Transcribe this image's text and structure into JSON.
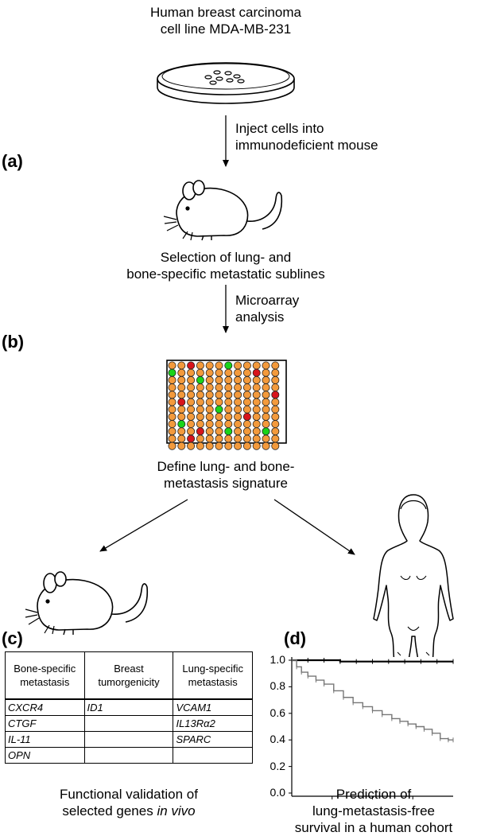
{
  "top_title": [
    "Human breast carcinoma",
    "cell line MDA-MB-231"
  ],
  "step1_text": [
    "Inject cells into",
    "immunodeficient mouse"
  ],
  "step2_text": [
    "Selection of lung- and",
    "bone-specific metastatic sublines"
  ],
  "step3_text": [
    "Microarray",
    "analysis"
  ],
  "step4_text": [
    "Define lung- and bone-",
    "metastasis signature"
  ],
  "labels": {
    "a": "(a)",
    "b": "(b)",
    "c": "(c)",
    "d": "(d)"
  },
  "table": {
    "headers": [
      [
        "Bone-specific",
        "metastasis"
      ],
      [
        "Breast",
        "tumorgenicity"
      ],
      [
        "Lung-specific",
        "metastasis"
      ]
    ],
    "rows": [
      [
        "CXCR4",
        "ID1",
        "VCAM1"
      ],
      [
        "CTGF",
        "",
        "IL13Rα2"
      ],
      [
        "IL-11",
        "",
        "SPARC"
      ],
      [
        "OPN",
        "",
        ""
      ]
    ]
  },
  "caption_c": {
    "line1": "Functional validation of",
    "line2_prefix": "selected genes ",
    "line2_italic": "in vivo"
  },
  "caption_d": [
    "Prediction of",
    "lung-metastasis-free",
    "survival in a human cohort"
  ],
  "microarray": {
    "rows": 12,
    "cols": 12,
    "red": [
      [
        1,
        3
      ],
      [
        2,
        10
      ],
      [
        5,
        12
      ],
      [
        6,
        2
      ],
      [
        8,
        9
      ],
      [
        10,
        4
      ],
      [
        11,
        3
      ]
    ],
    "green": [
      [
        1,
        7
      ],
      [
        2,
        1
      ],
      [
        3,
        4
      ],
      [
        7,
        6
      ],
      [
        9,
        2
      ],
      [
        10,
        7
      ],
      [
        10,
        11
      ]
    ],
    "colors": {
      "orange": "#f39a3c",
      "red": "#d8141c",
      "green": "#19d419",
      "outline": "#222222"
    }
  },
  "chart_data": {
    "type": "line",
    "ylim": [
      0.0,
      1.0
    ],
    "yticks": [
      "1.0",
      "0.8",
      "0.6",
      "0.4",
      "0.2",
      "0.0"
    ],
    "series": [
      {
        "color": "#000000",
        "points": [
          [
            0,
            1.0
          ],
          [
            0.1,
            1.0
          ],
          [
            0.2,
            1.0
          ],
          [
            0.3,
            0.99
          ],
          [
            0.4,
            0.99
          ],
          [
            0.5,
            0.99
          ],
          [
            0.6,
            0.99
          ],
          [
            0.7,
            0.99
          ],
          [
            0.8,
            0.99
          ],
          [
            0.9,
            0.99
          ],
          [
            1.0,
            0.99
          ]
        ]
      },
      {
        "color": "#777777",
        "points": [
          [
            0,
            1.0
          ],
          [
            0.03,
            0.95
          ],
          [
            0.06,
            0.91
          ],
          [
            0.1,
            0.88
          ],
          [
            0.15,
            0.85
          ],
          [
            0.2,
            0.82
          ],
          [
            0.26,
            0.77
          ],
          [
            0.32,
            0.72
          ],
          [
            0.38,
            0.68
          ],
          [
            0.44,
            0.65
          ],
          [
            0.5,
            0.62
          ],
          [
            0.56,
            0.59
          ],
          [
            0.62,
            0.56
          ],
          [
            0.67,
            0.54
          ],
          [
            0.72,
            0.52
          ],
          [
            0.77,
            0.5
          ],
          [
            0.82,
            0.48
          ],
          [
            0.87,
            0.45
          ],
          [
            0.92,
            0.41
          ],
          [
            0.97,
            0.4
          ],
          [
            1.0,
            0.4
          ]
        ]
      }
    ]
  }
}
